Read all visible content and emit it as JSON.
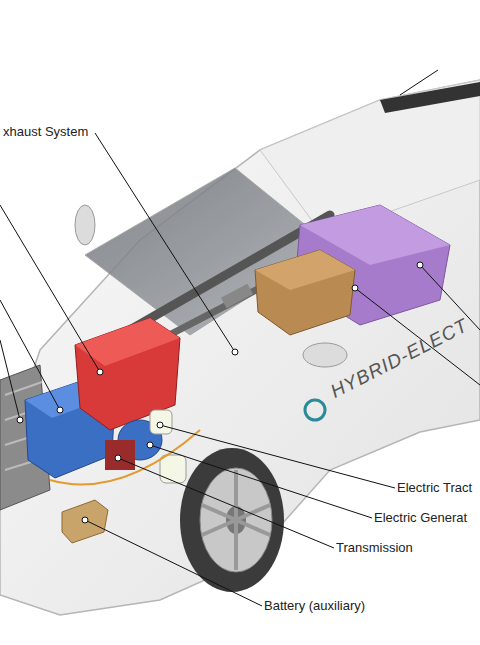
{
  "diagram": {
    "labels": [
      "xhaust System",
      "HYBRID-ELECT",
      "Electric Tract",
      "Electric Generat",
      "Transmission",
      "Battery (auxiliary)"
    ]
  }
}
